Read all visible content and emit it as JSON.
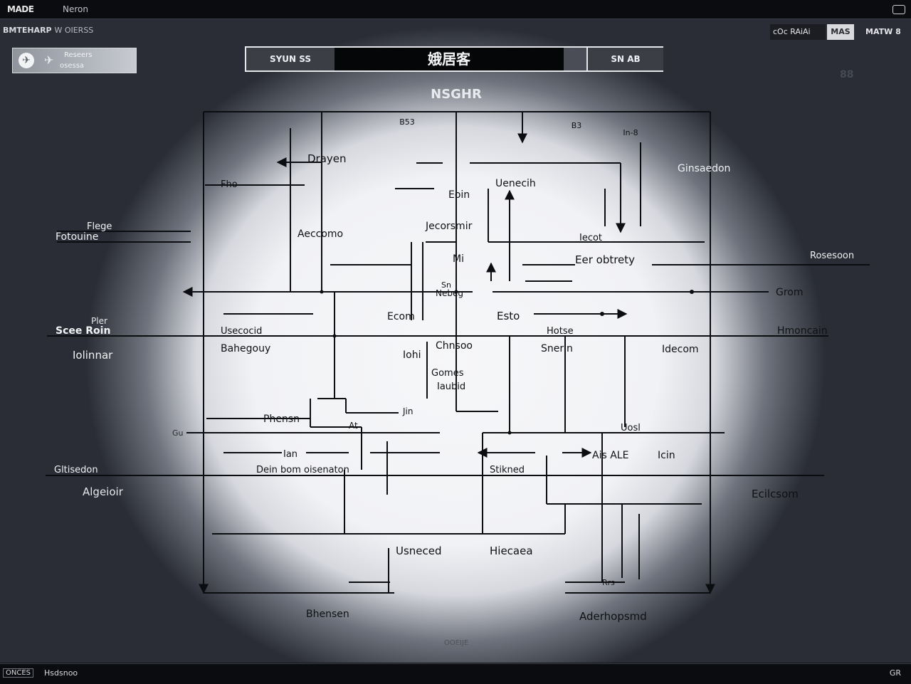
{
  "window": {
    "title": "MADE",
    "subtitle": "Neron"
  },
  "toolbar": {
    "app_label": "BMTEHARP",
    "app_sublabel": "W OIERSS",
    "nav_card_line1": "Reseers",
    "nav_card_line2": "osessa",
    "right_ctrl_1": "cOc RAiAi",
    "right_ctrl_2": "MAS",
    "right_ctrl_3": "MATW",
    "right_ctrl_3_badge": "8",
    "side_icon": "88"
  },
  "segmented": {
    "left": "SYUN SS",
    "center": "娥居客",
    "right": "SN AB"
  },
  "diagram": {
    "title": "NSGHR",
    "labels": {
      "top_mid": "B53",
      "top_right": "B3",
      "top_far_right": "In-8",
      "drayen": "Drayen",
      "fho": "Fho",
      "uenecin": "Uenecih",
      "eoin": "Eoin",
      "aeccomo": "Aeccomo",
      "jecorsmir": "Jecorsmir",
      "lecot": "Iecot",
      "mi": "Mi",
      "eer_obtrety": "Eer obtrety",
      "sn": "Sn",
      "nebeg": "Nebeg",
      "ecom": "Ecom",
      "esto": "Esto",
      "usecocid": "Usecocid",
      "hotse": "Hotse",
      "bahegouy": "Bahegouy",
      "lohi": "Iohi",
      "chnsoo": "Chnsoo",
      "snerin": "Snerin",
      "idecom": "Idecom",
      "gomes": "Gomes",
      "laubid": "Iaubid",
      "jin": "Jin",
      "phensn": "Phensn",
      "at": "At",
      "uosl": "Uosl",
      "ian": "Ian",
      "ais_ale": "Ais ALE",
      "icin": "Icin",
      "dein_bom": "Dein bom oisenaton",
      "stikned": "Stikned",
      "usneced": "Usneced",
      "hiecaea": "Hiecaea",
      "bhensen": "Bhensen",
      "aderhopsmd": "Aderhopsmd",
      "rrs": "Rrs",
      "footer": "OOEIJE"
    },
    "outer_labels": {
      "left_1a": "Flege",
      "left_1b": "Fotouine",
      "left_2a": "Pler",
      "left_2b": "Scee Roin",
      "left_3": "Iolinnar",
      "left_4": "Gltisedon",
      "left_5": "Algeioir",
      "left_small": "Gu",
      "right_1": "Ginsaedon",
      "right_2": "Rosesoon",
      "right_3": "Grom",
      "right_4": "Hmoncain",
      "right_5": "Ecilcsom"
    }
  },
  "status": {
    "left_box": "ONCES",
    "left_text": "Hsdsnoo",
    "right_text": "GR"
  }
}
